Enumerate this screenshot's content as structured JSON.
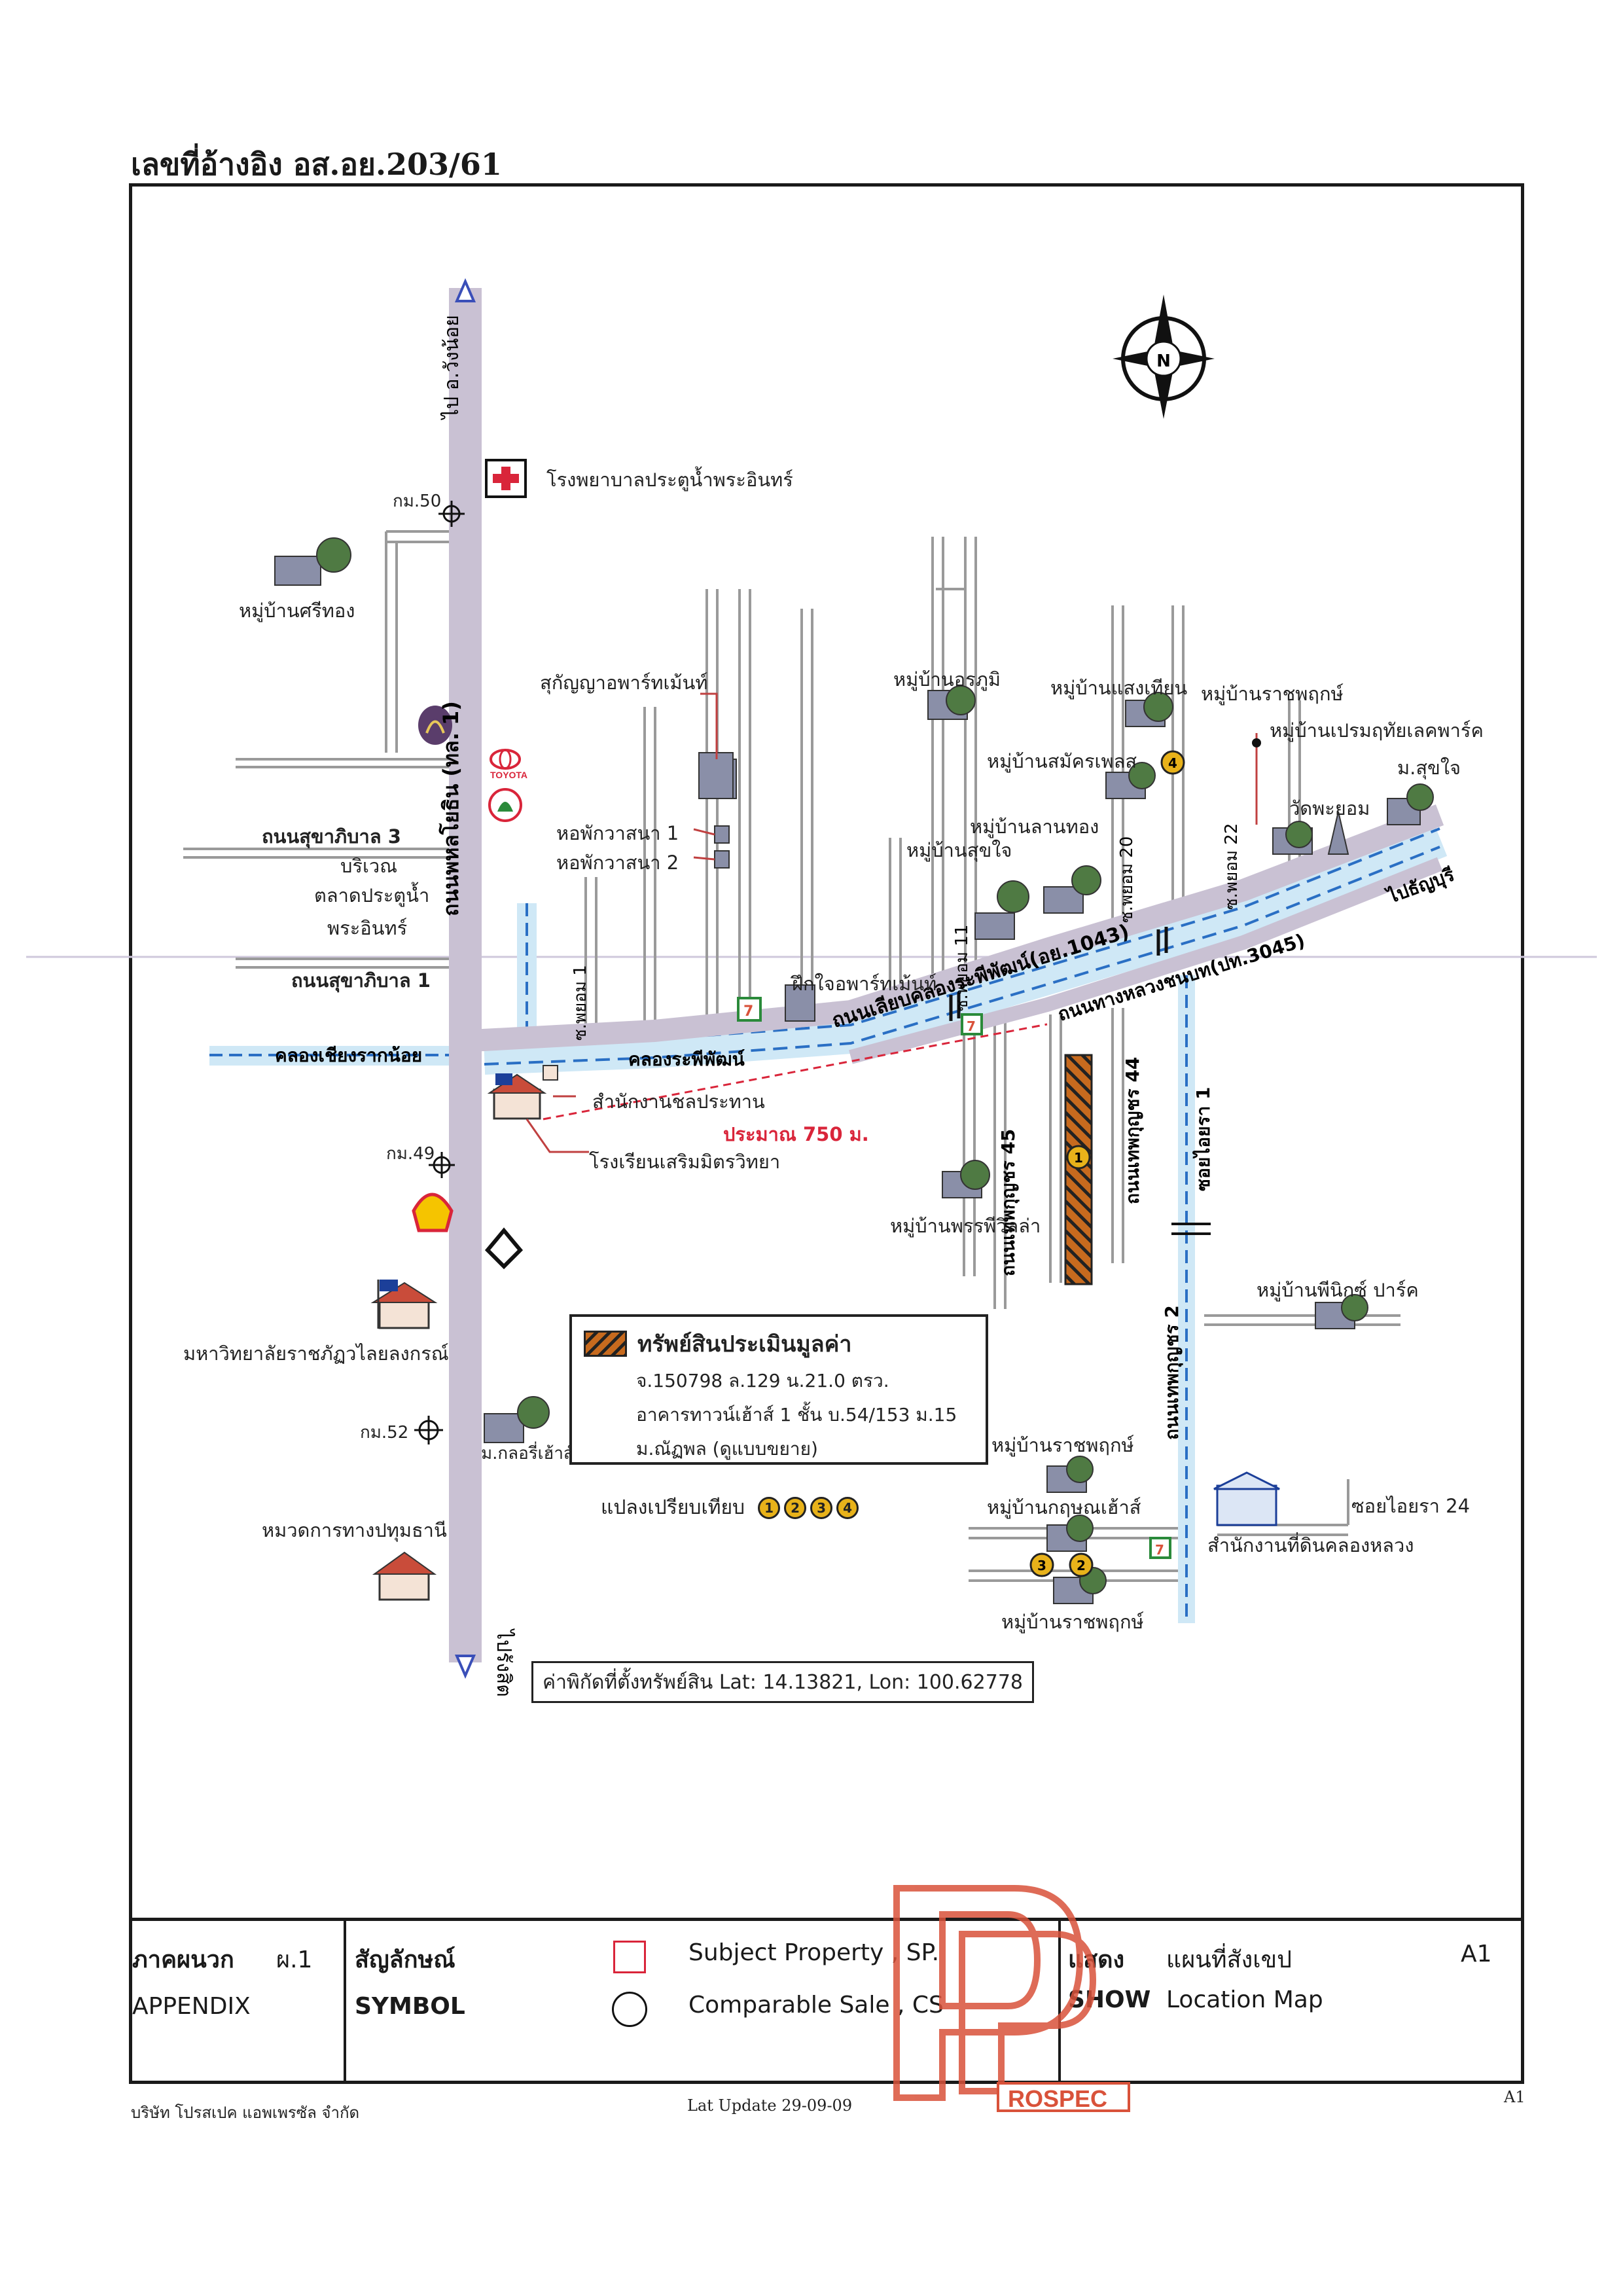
{
  "header": {
    "reference": "เลขที่อ้างอิง อส.อย.203/61"
  },
  "map": {
    "compass": "N",
    "roads": {
      "main_road": "ถนนพหลโยธิน (ทล. 1)",
      "to_north": "ไป อ.วังน้อย",
      "to_south": "ไปรังสิต",
      "canal_road": "ถนนเลียบคลองระพีพัฒน์(อย.1043)",
      "highway": "ถนนทางหลวงชนบท(ปท.3045)",
      "to_east": "ไปธัญบุรี",
      "sukhaphiban3": "ถนนสุขาภิบาล 3",
      "sukhaphiban1": "ถนนสุขาภิบาล 1",
      "soi_phayom1": "ซ.พยอม 1",
      "soi_phayom11": "ซ.พยอม 11",
      "soi_phayom20": "ซ.พยอม 20",
      "soi_phayom22": "ซ.พยอม 22",
      "thep45": "ถนนเทพกุญชร 45",
      "thep44": "ถนนเทพกุญชร 44",
      "thep2": "ถนนเทพกุญชร 2",
      "soi_aiyara1": "ซอยไอยรา 1",
      "soi_aiyara24": "ซอยไอยรา 24"
    },
    "canals": {
      "khlong_chiang": "คลองเชียงรากน้อย",
      "khlong_raphi": "คลองระพีพัฒน์"
    },
    "km": {
      "km50": "กม.50",
      "km49": "กม.49",
      "km52": "กม.52"
    },
    "places": {
      "hospital": "โรงพยาบาลประตูน้ำพระอินทร์",
      "sritong": "หมู่บ้านศรีทอง",
      "sukanya": "สุกัญญาอพาร์ทเม้นท์",
      "dorm1": "หอพักวาสนา 1",
      "dorm2": "หอพักวาสนา 2",
      "market_1": "บริเวณ",
      "market_2": "ตลาดประตูน้ำ",
      "market_3": "พระอินทร์",
      "fukjai": "ฝึกใจอพาร์ทเม้นท์",
      "irrigation": "สำนักงานชลประทาน",
      "school": "โรงเรียนเสริมมิตรวิทยา",
      "distance": "ประมาณ 750 ม.",
      "university": "มหาวิทยาลัยราชภัฏวไลยลงกรณ์",
      "klorise": "ม.กลอรี่เฮ้าส์",
      "highway_dept": "หมวดการทางปทุมธานี",
      "orakhum": "หมู่บ้านอรภูมิ",
      "saengtian": "หมู่บ้านแสงเทียน",
      "ratchaphruek_top": "หมู่บ้านราชพฤกษ์",
      "samakplace": "หมู่บ้านสมัครเพลส",
      "prem": "หมู่บ้านเปรมฤทัยเลคพาร์ค",
      "sukjai_m": "ม.สุขใจ",
      "wat": "วัดพะยอม",
      "lanthong": "หมู่บ้านลานทอง",
      "sukjai": "หมู่บ้านสุขใจ",
      "pornpi": "หมู่บ้านพรรพีวิลล่า",
      "phinik": "หมู่บ้านพีนิกซ์ ปาร์ค",
      "ratchaphruek_mid": "หมู่บ้านราชพฤกษ์",
      "kritsana": "หมู่บ้านกฤษณเฮ้าส์",
      "ratchaphruek_low": "หมู่บ้านราชพฤกษ์",
      "land_office": "สำนักงานที่ดินคลองหลวง"
    },
    "brand_marks": {
      "toyota": "TOYOTA",
      "seven": "7"
    },
    "legend": {
      "title": "ทรัพย์สินประเมินมูลค่า",
      "line1": "จ.150798 ล.129 น.21.0 ตรว.",
      "line2": "อาคารทาวน์เฮ้าส์ 1 ชั้น บ.54/153 ม.15",
      "line3": "ม.ณัฏพล (ดูแบบขยาย)"
    },
    "comparables": {
      "label": "แปลงเปรียบเทียบ",
      "numbers": [
        "1",
        "2",
        "3",
        "4"
      ]
    },
    "coordinates": "ค่าพิกัดที่ตั้งทรัพย์สิน Lat: 14.13821, Lon: 100.62778",
    "markers": {
      "subject": "1",
      "cs2": "2",
      "cs3": "3",
      "cs4": "4"
    }
  },
  "title_block": {
    "appendix_th": "ภาคผนวก",
    "appendix_no": "ผ.1",
    "appendix_en": "APPENDIX",
    "symbol_th": "สัญลักษณ์",
    "symbol_en": "SYMBOL",
    "subject": "Subject    Property , SP.",
    "comparable": "Comparable  Sale , CS",
    "show_th": "แสดง",
    "show_en": "SHOW",
    "map_th": "แผนที่สังเขป",
    "map_en": "Location  Map",
    "sheet": "A1"
  },
  "footer": {
    "company": "บริษัท โปรสเปค แอพเพรซัล จำกัด",
    "update": "Lat Update 29-09-09",
    "sheet": "A1",
    "logo_text": "ROSPEC"
  },
  "colors": {
    "road": "#c9c1d3",
    "canal": "#cfe8f6",
    "canal_dash": "#2a6fc4",
    "subject": "#c76a1e",
    "marker": "#e8b21a",
    "stamp": "#d9523a",
    "distance": "#d9253a"
  }
}
